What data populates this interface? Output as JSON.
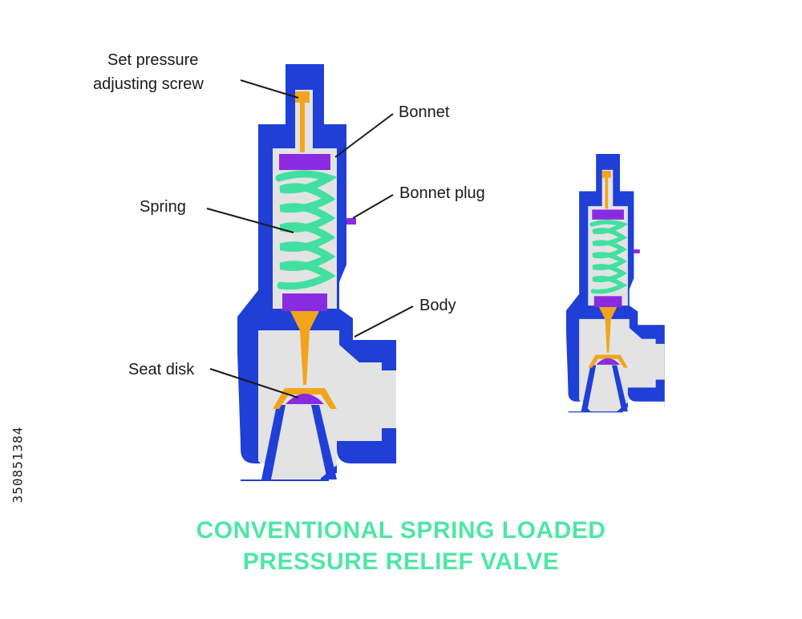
{
  "labels": {
    "set_pressure_line1": "Set pressure",
    "set_pressure_line2": "adjusting screw",
    "bonnet": "Bonnet",
    "bonnet_plug": "Bonnet plug",
    "spring": "Spring",
    "body": "Body",
    "seat_disk": "Seat disk"
  },
  "title": {
    "line1": "CONVENTIONAL SPRING LOADED",
    "line2": "PRESSURE RELIEF VALVE"
  },
  "stock_id": "350851384",
  "colors": {
    "body": "#1f3fd6",
    "stem": "#f2a51c",
    "disk": "#8a2be2",
    "spring": "#41e0a0",
    "cavity": "#e3e3e3",
    "title": "#4fe6a6"
  }
}
